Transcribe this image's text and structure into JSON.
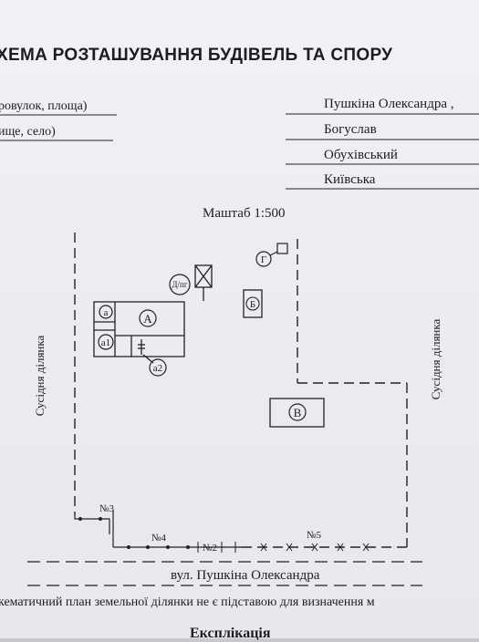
{
  "header": {
    "title": "ХЕМА РОЗТАШУВАННЯ БУДІВЕЛЬ ТА СПОРУ"
  },
  "address": {
    "street_label": "ровулок, площа)",
    "street_value": "Пушкіна Олександра ,",
    "settlement_label": "ище, село)",
    "settlement_value": "Богуслав",
    "district_value": "Обухівський",
    "region_value": "Київська"
  },
  "plan": {
    "scale": "Маштаб 1:500",
    "neighbor_left": "Сусідня ділянка",
    "neighbor_right": "Сусідня ділянка",
    "buildings": {
      "a": "а",
      "A": "А",
      "a1": "а1",
      "a2": "а2",
      "B": "Б",
      "V": "В",
      "G": "Г",
      "dpg": "Д/пг"
    },
    "fence_labels": {
      "n3": "№3",
      "n4": "№4",
      "n2": "№2",
      "n5": "№5"
    },
    "street_name": "вул. Пушкіна Олександра"
  },
  "footer": {
    "note": "кематичний план земельної ділянки не є підставою для визначення м",
    "explication": "Експлікація"
  }
}
